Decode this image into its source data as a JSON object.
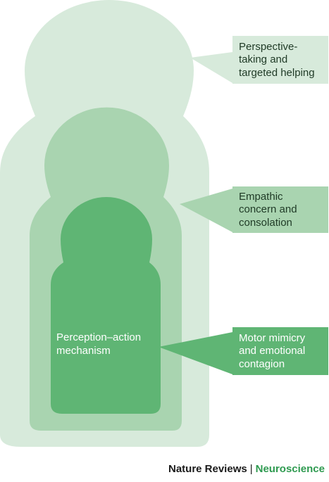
{
  "diagram": {
    "layers": [
      {
        "id": "outer",
        "label_lines": [
          "Perspective-",
          "taking and",
          "targeted helping"
        ],
        "fill": "#d7eadb",
        "label_box_fill": "#d7eadb",
        "text_color": "#1f3a26"
      },
      {
        "id": "middle",
        "label_lines": [
          "Empathic",
          "concern and",
          "consolation"
        ],
        "fill": "#a9d4b0",
        "label_box_fill": "#a9d4b0",
        "text_color": "#1f3a26"
      },
      {
        "id": "inner",
        "label_lines": [
          "Motor mimicry",
          "and emotional",
          "contagion"
        ],
        "fill": "#5fb574",
        "label_box_fill": "#5fb574",
        "text_color": "#ffffff"
      }
    ],
    "core_label_lines": [
      "Perception–action",
      "mechanism"
    ],
    "core_text_color": "#ffffff"
  },
  "footer": {
    "journal": "Nature Reviews",
    "separator": "|",
    "section": "Neuroscience"
  }
}
